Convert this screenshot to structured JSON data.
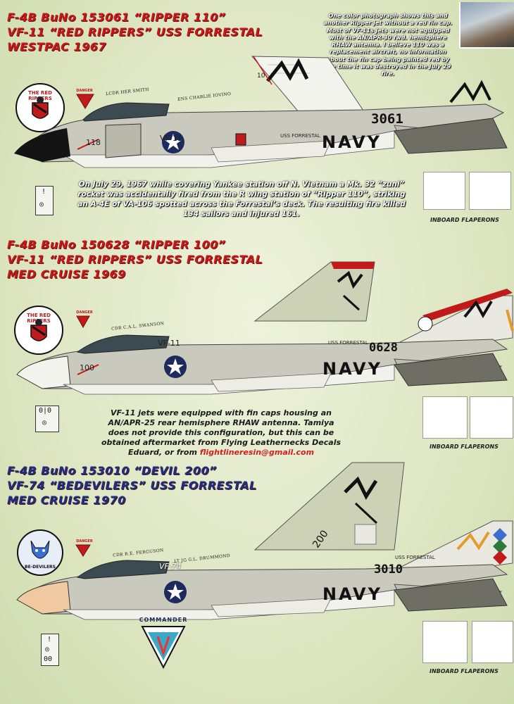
{
  "sections": [
    {
      "title_lines": [
        "F-4B  BuNo 153061 “RIPPER 110”",
        "VF-11 “RED RIPPERS” USS FORRESTAL",
        "WESTPAC 1967"
      ],
      "note": "One color photograph shows this and another Ripper jet without a red fin cap. Most of VF-11s jets were not equipped with the AN/APR-30 fwd. hemisphere RHAW antenna. I believe 110 was a replacement aircraft, no information about the fin cap being painted red by the time it was destroyed in the July 29 fire.",
      "crew": [
        "LCDR HER SMITH",
        "ENS CHARLIE IOVINO"
      ],
      "badge_text": "THE RED RIPPERS",
      "danger_text": "DANGER",
      "squadron": "VF-11",
      "ship": "USS FORRESTAL",
      "modex": "118",
      "serial": "3061",
      "fin_number": "10",
      "navy": "NAVY",
      "story": "On July 29, 1967 while covering Yankee station off N. Vietnam a Mk. 32 “zuni” rocket was accidentally fired from the R wing station of “Ripper 110”, striking an A-4E of VA-106 spotted across the Forrestal’s deck. The resulting fire killed 134 sailors and injured 161.",
      "flaperons": "INBOARD FLAPERONS"
    },
    {
      "title_lines": [
        "F-4B  BuNo 150628 “RIPPER 100”",
        "VF-11 “RED RIPPERS” USS FORRESTAL",
        "MED CRUISE 1969"
      ],
      "crew": [
        "CDR C.A.L. SWANSON"
      ],
      "badge_text": "THE RED RIPPERS",
      "danger_text": "DANGER",
      "squadron": "VF-11",
      "ship": "USS FORRESTAL",
      "modex": "100",
      "serial": "0628",
      "navy": "NAVY",
      "caption_lines": [
        "VF-11 jets were equipped with fin caps housing an",
        "AN/APR-25 rear hemisphere RHAW antenna. Tamiya",
        "does not provide this configuration, but this can be",
        "obtained aftermarket from Flying Leathernecks Decals",
        "Eduard, or from "
      ],
      "caption_link": "flightlineresin@gmail.com",
      "flaperons": "INBOARD FLAPERONS"
    },
    {
      "title_lines": [
        "F-4B  BuNo 153010 “DEVIL 200”",
        "VF-74 “BEDEVILERS” USS FORRESTAL",
        "MED CRUISE 1970"
      ],
      "crew": [
        "CDR R.E. FERGUSON",
        "LT JG G.L. DRUMMOND"
      ],
      "badge_text": "BE-DEVILERS",
      "danger_text": "DANGER",
      "squadron": "VF-74",
      "ship": "USS FORRESTAL",
      "serial": "3010",
      "fin_number": "200",
      "navy": "NAVY",
      "commander": "COMMANDER",
      "flaperons": "INBOARD FLAPERONS"
    }
  ],
  "colors": {
    "title_red": "#c01a1a",
    "title_blue": "#1f2e82",
    "aircraft_gray": "#bfbfb3",
    "aircraft_white": "#f4f4ee",
    "insignia_blue": "#1c2a5e"
  }
}
